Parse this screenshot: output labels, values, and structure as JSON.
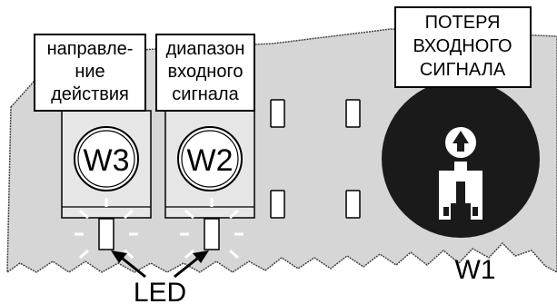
{
  "labels": {
    "w3_box": [
      "направле-",
      "ние",
      "действия"
    ],
    "w2_box": [
      "диапазон",
      "входного",
      "сигнала"
    ],
    "w1_box": [
      "ПОТЕРЯ",
      "ВХОДНОГО",
      "СИГНАЛА"
    ],
    "w3": "W3",
    "w2": "W2",
    "w1": "W1",
    "led": "LED"
  },
  "colors": {
    "board": "#d6d6d6",
    "dark": "#1a1a1a",
    "led_fill": "#ffffff"
  },
  "icons": {
    "w1_knob": "arrow-up-icon",
    "w1_slot": "adjuster-slot-icon"
  }
}
